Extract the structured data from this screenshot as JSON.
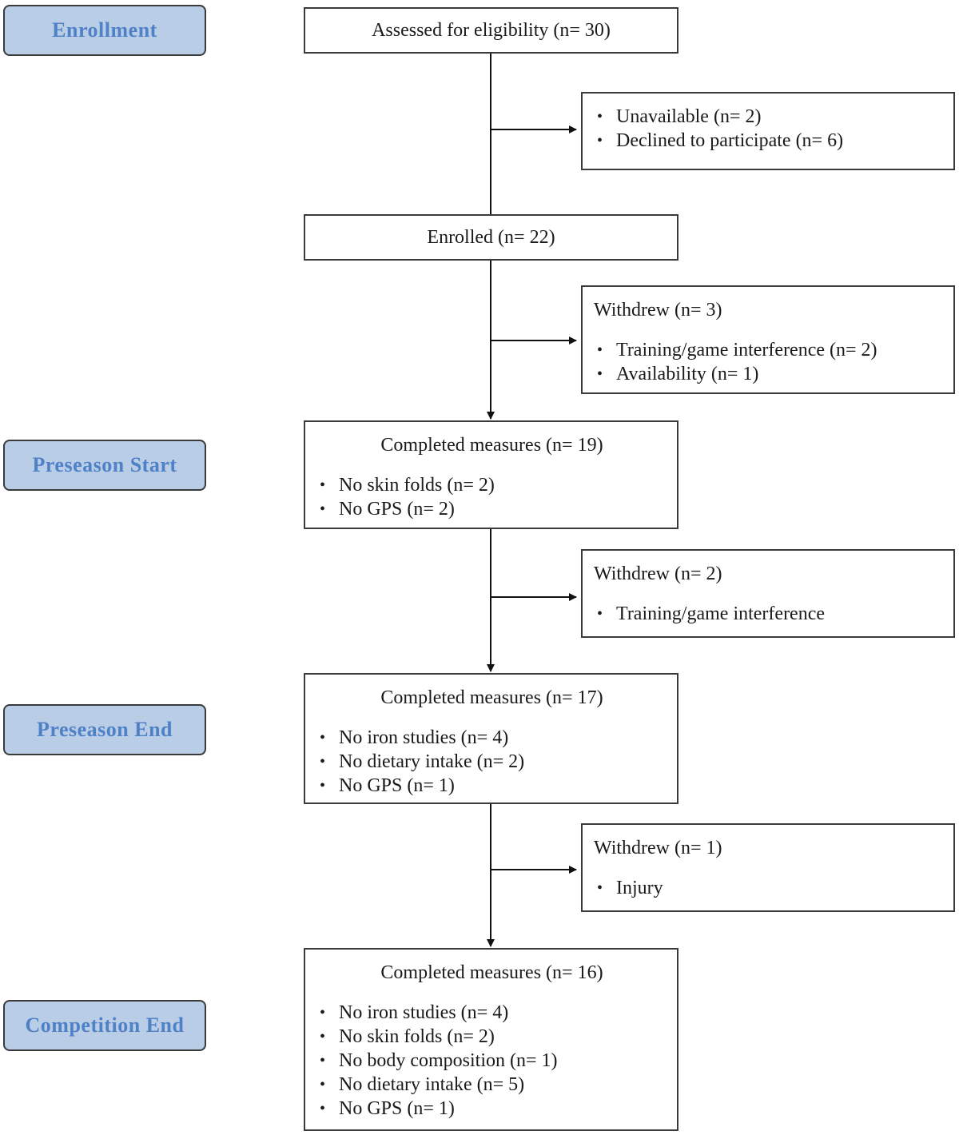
{
  "phases": {
    "enrollment": "Enrollment",
    "preseason_start": "Preseason Start",
    "preseason_end": "Preseason End",
    "competition_end": "Competition End"
  },
  "assessed": {
    "text": "Assessed for eligibility  (n= 30)"
  },
  "excluded": {
    "items": [
      "Unavailable  (n= 2)",
      "Declined to participate (n= 6)"
    ]
  },
  "enrolled": {
    "text": "Enrolled (n= 22)"
  },
  "withdrew1": {
    "head": "Withdrew (n= 3)",
    "items": [
      "Training/game  interference  (n= 2)",
      "Availability  (n= 1)"
    ]
  },
  "preseason_start_measures": {
    "title": "Completed measures (n= 19)",
    "items": [
      "No skin folds (n= 2)",
      "No GPS (n= 2)"
    ]
  },
  "withdrew2": {
    "head": "Withdrew (n= 2)",
    "items": [
      "Training/game  interference"
    ]
  },
  "preseason_end_measures": {
    "title": "Completed measures (n= 17)",
    "items": [
      "No iron studies (n= 4)",
      "No dietary intake (n= 2)",
      "No GPS (n= 1)"
    ]
  },
  "withdrew3": {
    "head": "Withdrew (n= 1)",
    "items": [
      "Injury"
    ]
  },
  "competition_end_measures": {
    "title": "Completed measures (n= 16)",
    "items": [
      "No iron studies (n= 4)",
      "No skin folds (n= 2)",
      "No body composition (n= 1)",
      "No dietary intake (n= 5)",
      "No GPS (n= 1)"
    ]
  },
  "colors": {
    "phase_fill": "#b9cde6",
    "phase_text": "#4f81c7",
    "line": "#3a3a3a"
  }
}
